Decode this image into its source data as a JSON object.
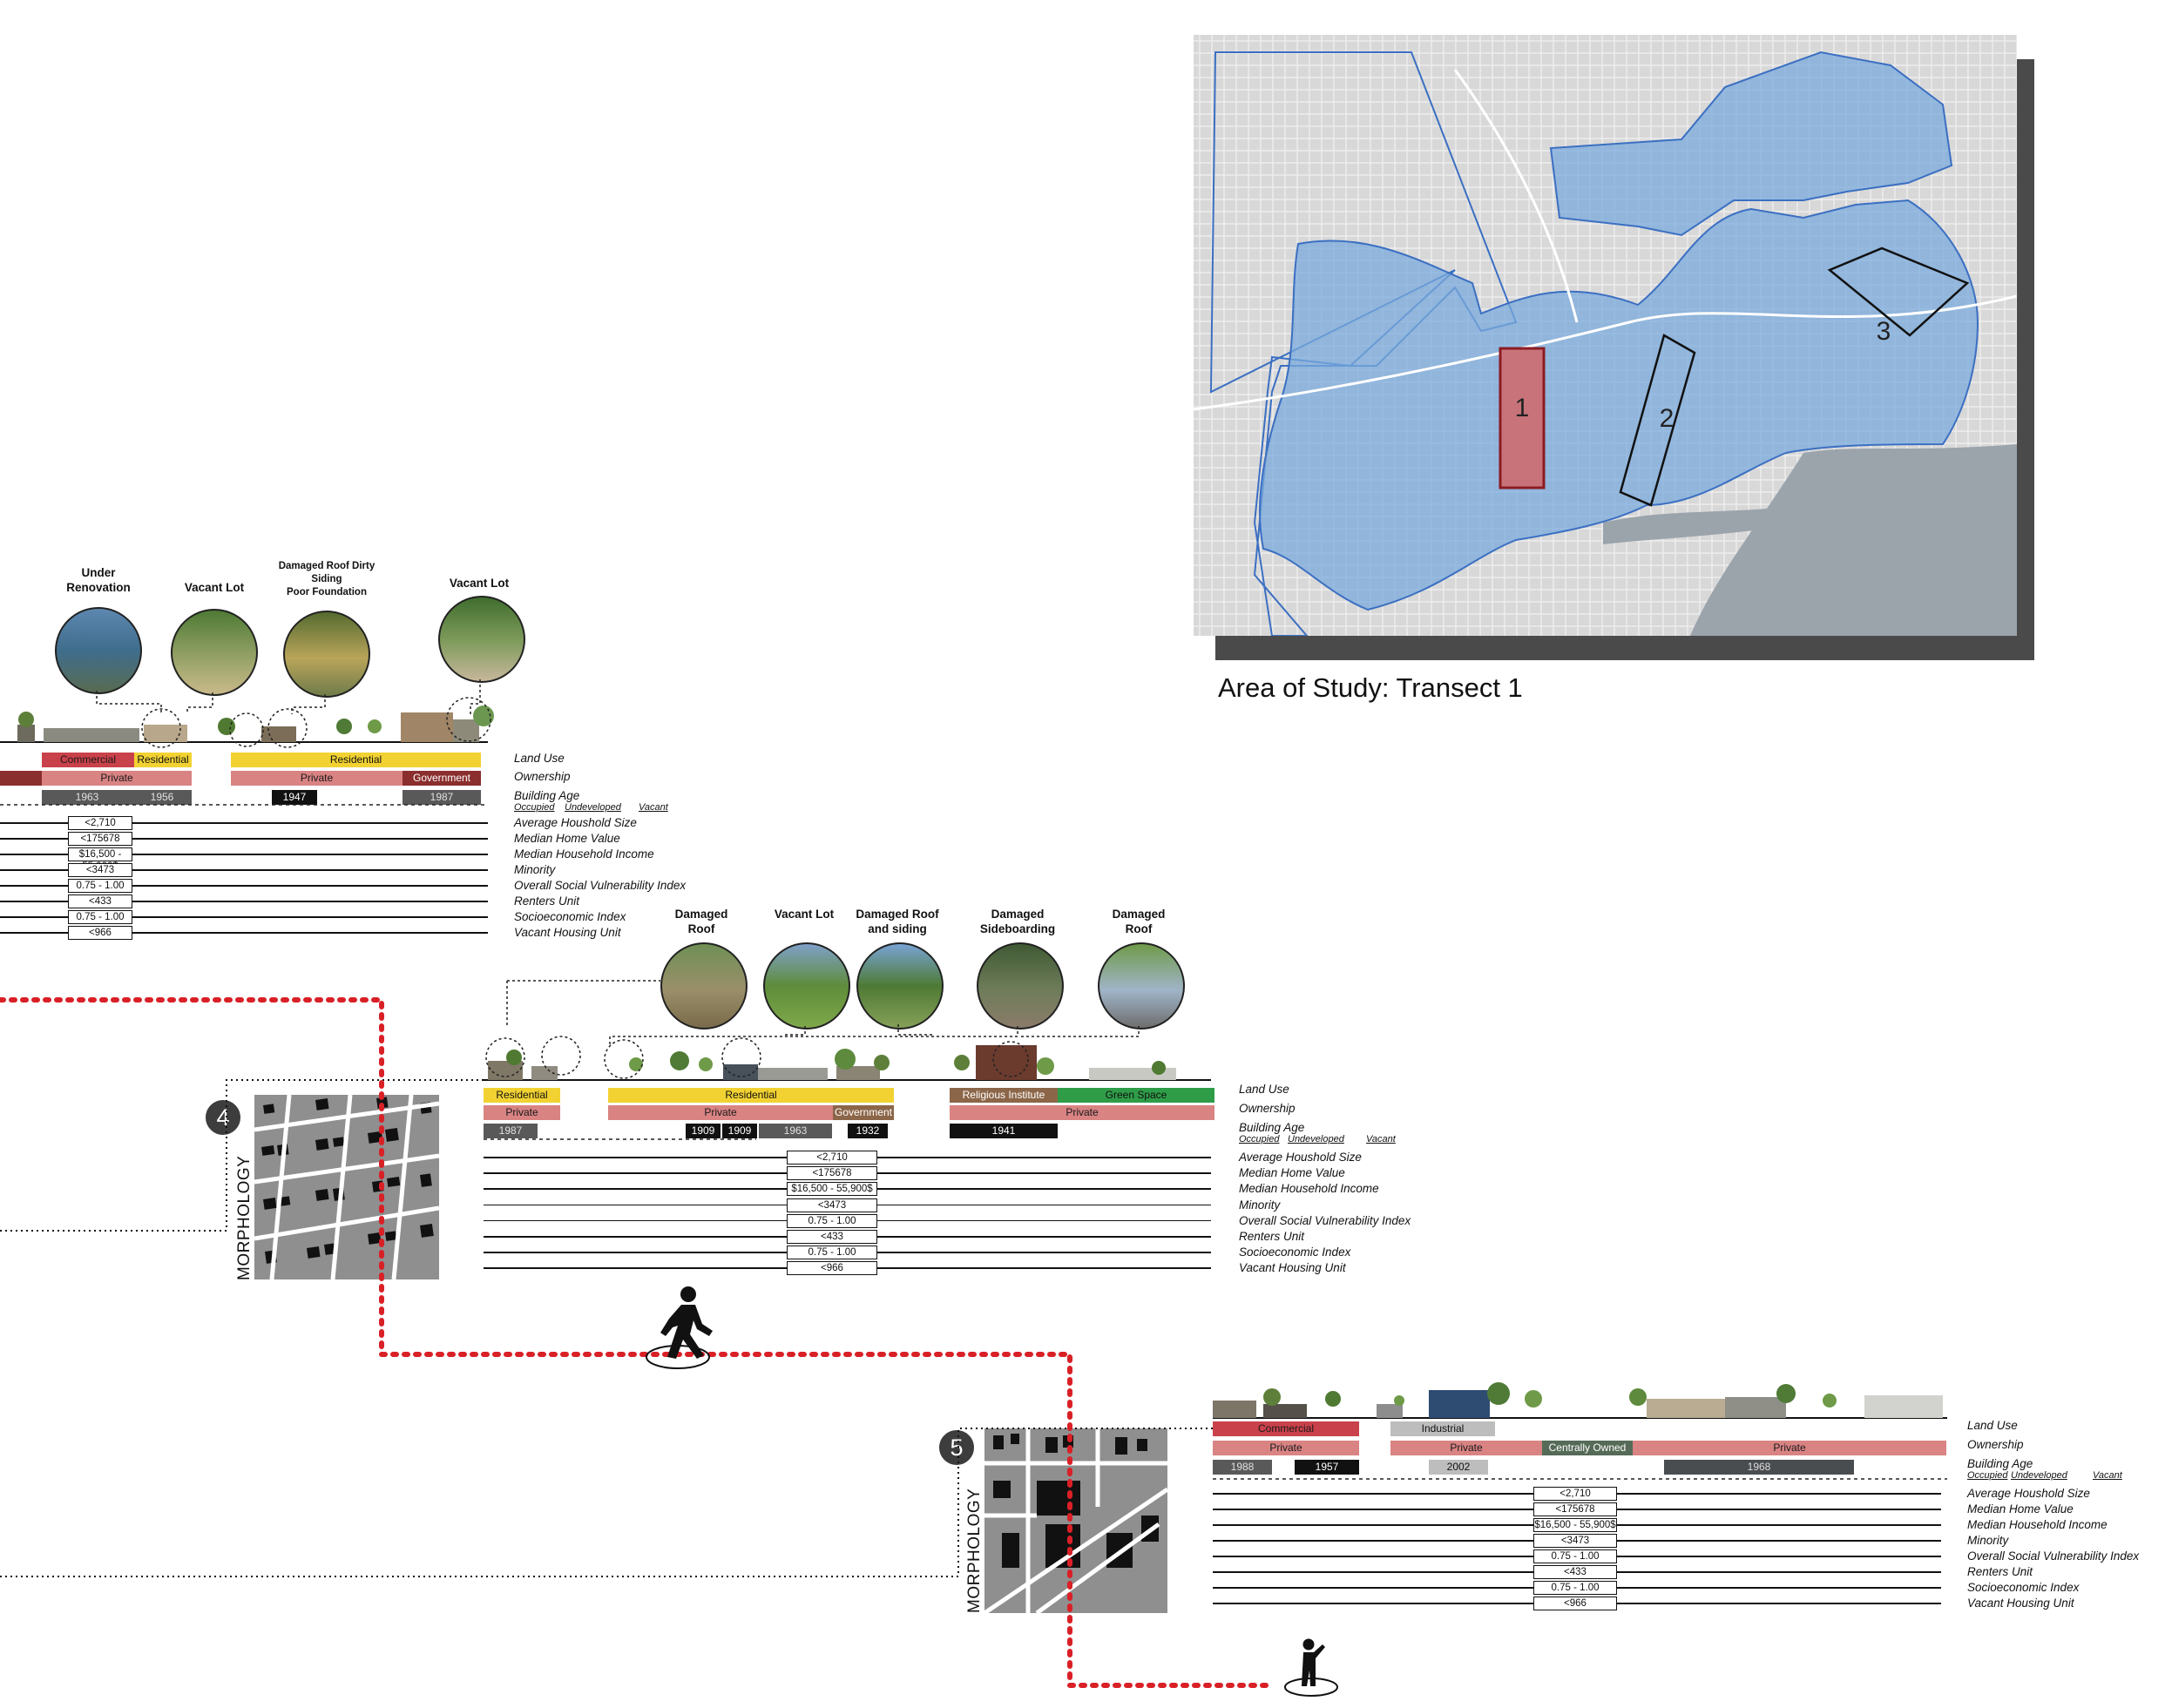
{
  "map": {
    "caption": "Area of Study: Transect 1",
    "transects": [
      "1",
      "2",
      "3"
    ],
    "colors": {
      "study_area": "#7aa9dc",
      "transect_1": "#c8737a"
    }
  },
  "attribute_labels": [
    "Land Use",
    "Ownership",
    "Building Age",
    "Average Houshold Size",
    "Median Home Value",
    "Median Household Income",
    "Minority",
    "Overall Social Vulnerability Index",
    "Renters Unit",
    "Socioeconomic Index",
    "Vacant Housing Unit"
  ],
  "occupancy_labels": [
    "Occupied",
    "Undeveloped",
    "Vacant"
  ],
  "metric_values": [
    "<2,710",
    "<175678",
    "$16,500 - 55,900$",
    "<3473",
    "0.75 - 1.00",
    "<433",
    "0.75 - 1.00",
    "<966"
  ],
  "segments": {
    "seg3": {
      "features": [
        {
          "label": "Under\nRenovation"
        },
        {
          "label": "Vacant Lot"
        },
        {
          "label": "Damaged Roof Dirty\nSiding\nPoor Foundation"
        },
        {
          "label": "Vacant Lot"
        }
      ],
      "land_use": [
        "Commercial",
        "Residential",
        "Residential"
      ],
      "ownership": [
        "Private",
        "Private",
        "Government"
      ],
      "building_age": [
        "1963",
        "1956",
        "1947",
        "1987"
      ]
    },
    "seg4": {
      "number": "4",
      "morphology_label": "MORPHOLOGY",
      "features": [
        {
          "label": "Damaged\nRoof"
        },
        {
          "label": "Vacant Lot"
        },
        {
          "label": "Damaged Roof\nand siding"
        },
        {
          "label": "Damaged\nSideboarding"
        },
        {
          "label": "Damaged\nRoof"
        }
      ],
      "land_use": [
        "Residential",
        "Residential",
        "Religious Institute",
        "Green Space"
      ],
      "ownership": [
        "Private",
        "Private",
        "Government",
        "Private"
      ],
      "building_age": [
        "1987",
        "1909",
        "1909",
        "1963",
        "1932",
        "1941"
      ]
    },
    "seg5": {
      "number": "5",
      "morphology_label": "MORPHOLOGY",
      "land_use": [
        "Commercial",
        "Industrial"
      ],
      "ownership": [
        "Private",
        "Private",
        "Centrally Owned",
        "Private"
      ],
      "building_age": [
        "1988",
        "1957",
        "2002",
        "1968"
      ]
    }
  },
  "icons": {
    "walker_icon": "walking-person-icon",
    "pointer_icon": "pointing-person-icon"
  }
}
